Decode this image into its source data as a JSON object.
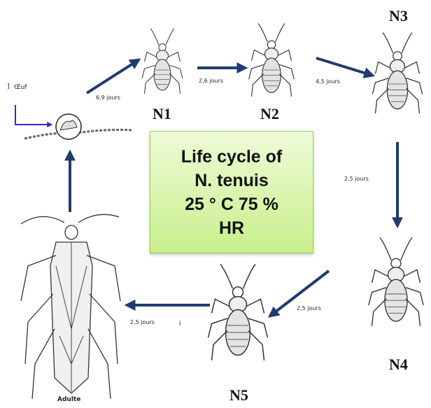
{
  "center_box": {
    "line1": "Life cycle of",
    "line2": "N. tenuis",
    "line3": "25 ° C 75 %",
    "line4": "HR"
  },
  "stages": {
    "egg": "Œuf",
    "n1": "N1",
    "n2": "N2",
    "n3": "N3",
    "n4": "N4",
    "n5": "N5",
    "adult": "Adulte"
  },
  "durations": {
    "egg_to_n1": "6,9 jours",
    "n1_to_n2": "2,6 jours",
    "n2_to_n3": "4,5 jours",
    "n3_to_n4": "2,5 jours",
    "n4_to_n5": "2,5 jours",
    "n5_to_adult": "2,5 jours"
  },
  "marks": {
    "bracket": "]",
    "stray": "i"
  },
  "colors": {
    "arrow": "#1f3b6f",
    "egg_pointer": "#2c2cc8",
    "box_border": "#9ccf5a",
    "insect": "#333333"
  }
}
